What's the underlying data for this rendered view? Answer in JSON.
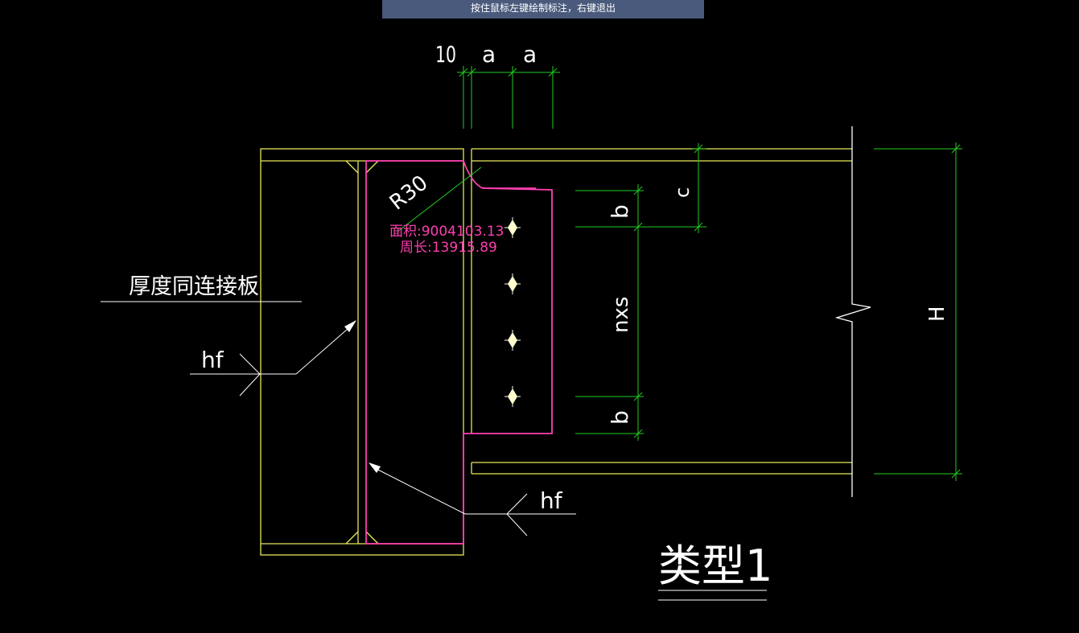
{
  "hint": "按住鼠标左键绘制标注，右键退出",
  "colors": {
    "background": "#000000",
    "beam": "#e8e85a",
    "plate": "#ff3fb0",
    "dimension": "#22cc22",
    "annotation": "#ffffff",
    "hint_bar": "#4a5a7c"
  },
  "dims": {
    "top_10": "10",
    "top_a1": "a",
    "top_a2": "a",
    "b_top": "b",
    "c": "c",
    "nxs": "nxs",
    "b_bottom": "b",
    "H": "H"
  },
  "labels": {
    "radius": "R30",
    "area": "面积:9004103.13",
    "perimeter": "周长:13915.89",
    "plate_thickness": "厚度同连接板",
    "weld_left": "hf",
    "weld_right": "hf",
    "type": "类型1"
  },
  "bolt_count": 4
}
